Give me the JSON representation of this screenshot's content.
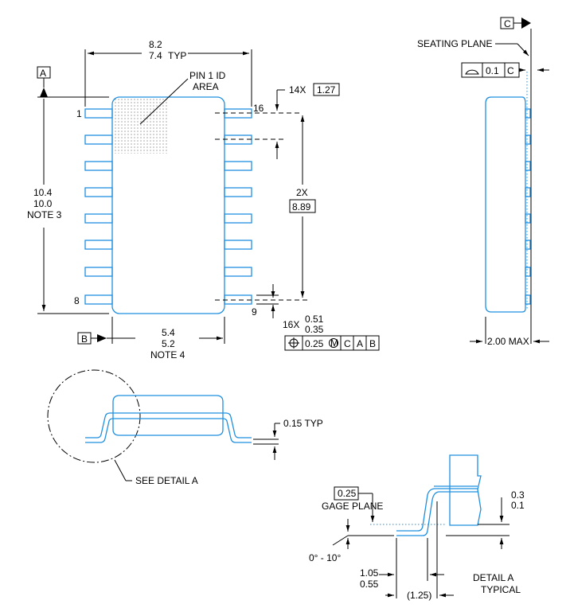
{
  "top_view": {
    "width_dim_top": "8.2",
    "width_dim_bottom": "7.4",
    "width_dim_suffix": "TYP",
    "datum_a": "A",
    "datum_b": "B",
    "pin1_label": "1",
    "pin8_label": "8",
    "pin9_label": "9",
    "pin16_label": "16",
    "pin1_id_line1": "PIN 1 ID",
    "pin1_id_line2": "AREA",
    "height_dim_line1": "10.4",
    "height_dim_line2": "10.0",
    "height_dim_line3": "NOTE 3",
    "pitch_prefix": "14X",
    "pitch_value": "1.27",
    "span_prefix": "2X",
    "span_value": "8.89",
    "lead_prefix": "16X",
    "lead_top": "0.51",
    "lead_bottom": "0.35",
    "fcf_tol": "0.25",
    "fcf_m": "M",
    "fcf_ref1": "C",
    "fcf_ref2": "A",
    "fcf_ref3": "B",
    "body_dim_line1": "5.4",
    "body_dim_line2": "5.2",
    "body_dim_line3": "NOTE 4"
  },
  "side_view": {
    "datum_c": "C",
    "seating_plane": "SEATING PLANE",
    "flatness_value": "0.1",
    "flatness_ref": "C",
    "height_max": "2.00 MAX"
  },
  "front_view": {
    "lead_thickness": "0.15 TYP",
    "see_detail": "SEE DETAIL A"
  },
  "detail": {
    "gage_value": "0.25",
    "gage_plane": "GAGE PLANE",
    "standoff_top": "0.3",
    "standoff_bottom": "0.1",
    "angle": "0° - 10°",
    "foot_top": "1.05",
    "foot_bottom": "0.55",
    "foot_ref": "(1.25)",
    "title": "DETAIL A",
    "subtitle": "TYPICAL"
  }
}
